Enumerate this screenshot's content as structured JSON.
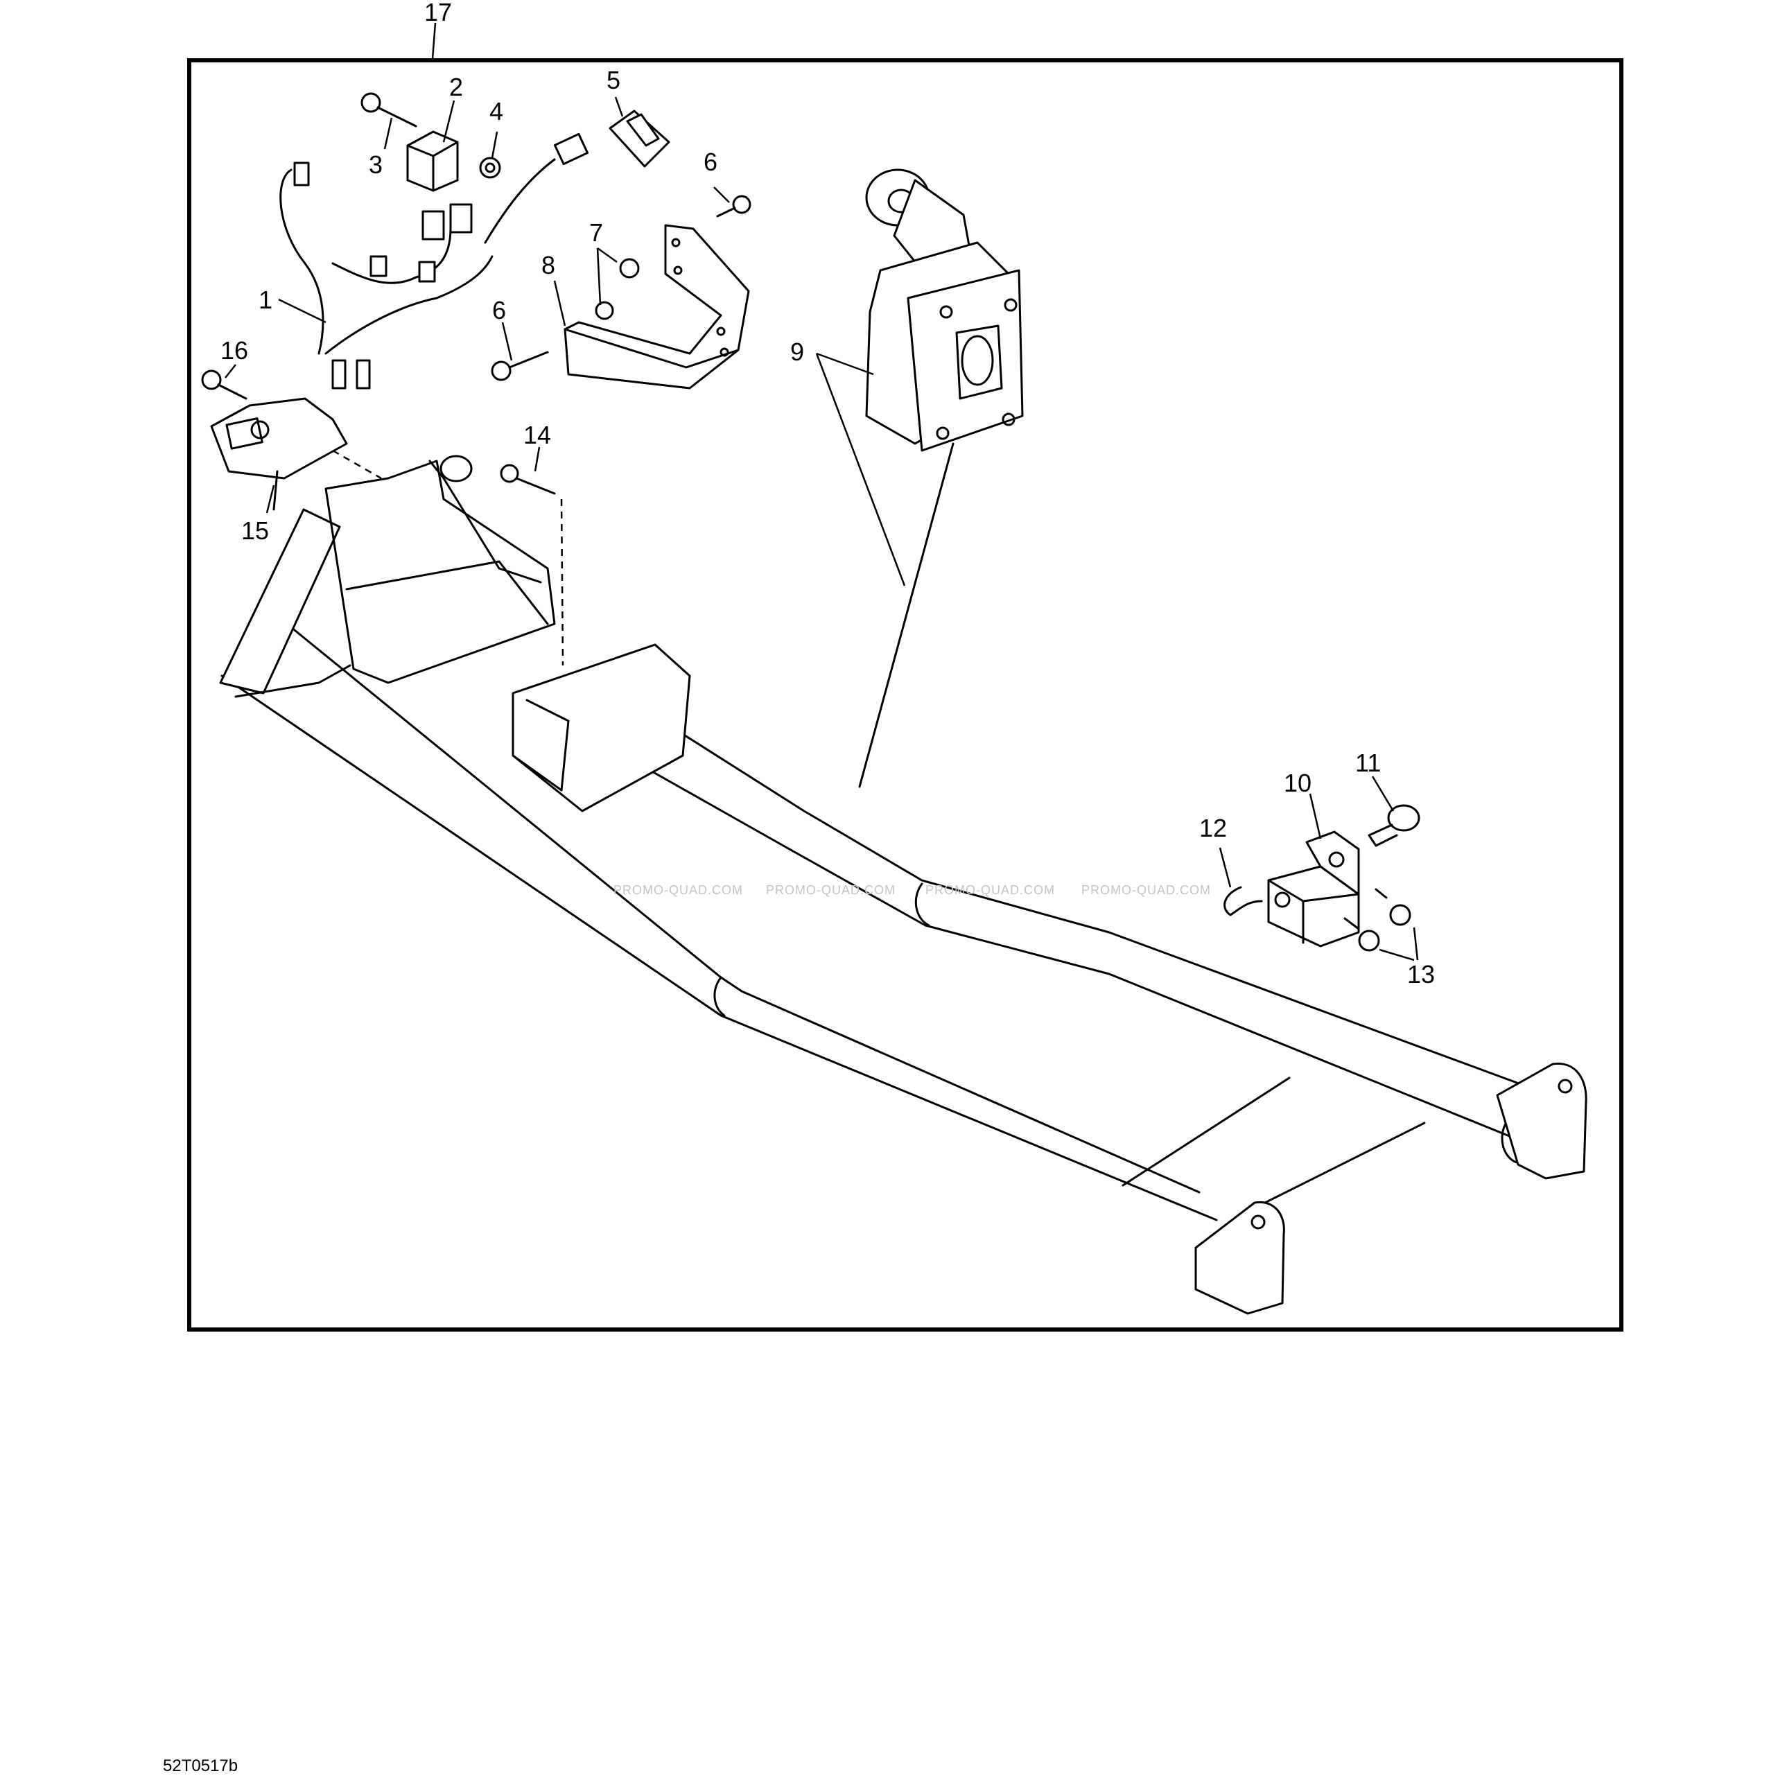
{
  "figure": {
    "reference_code": "52T0517b",
    "watermark": "PROMO-QUAD.COM",
    "callouts": {
      "c1": "1",
      "c2": "2",
      "c3": "3",
      "c4": "4",
      "c5": "5",
      "c6a": "6",
      "c6b": "6",
      "c7": "7",
      "c8": "8",
      "c9": "9",
      "c10": "10",
      "c11": "11",
      "c12": "12",
      "c13": "13",
      "c14": "14",
      "c15": "15",
      "c16": "16",
      "c17": "17"
    }
  }
}
